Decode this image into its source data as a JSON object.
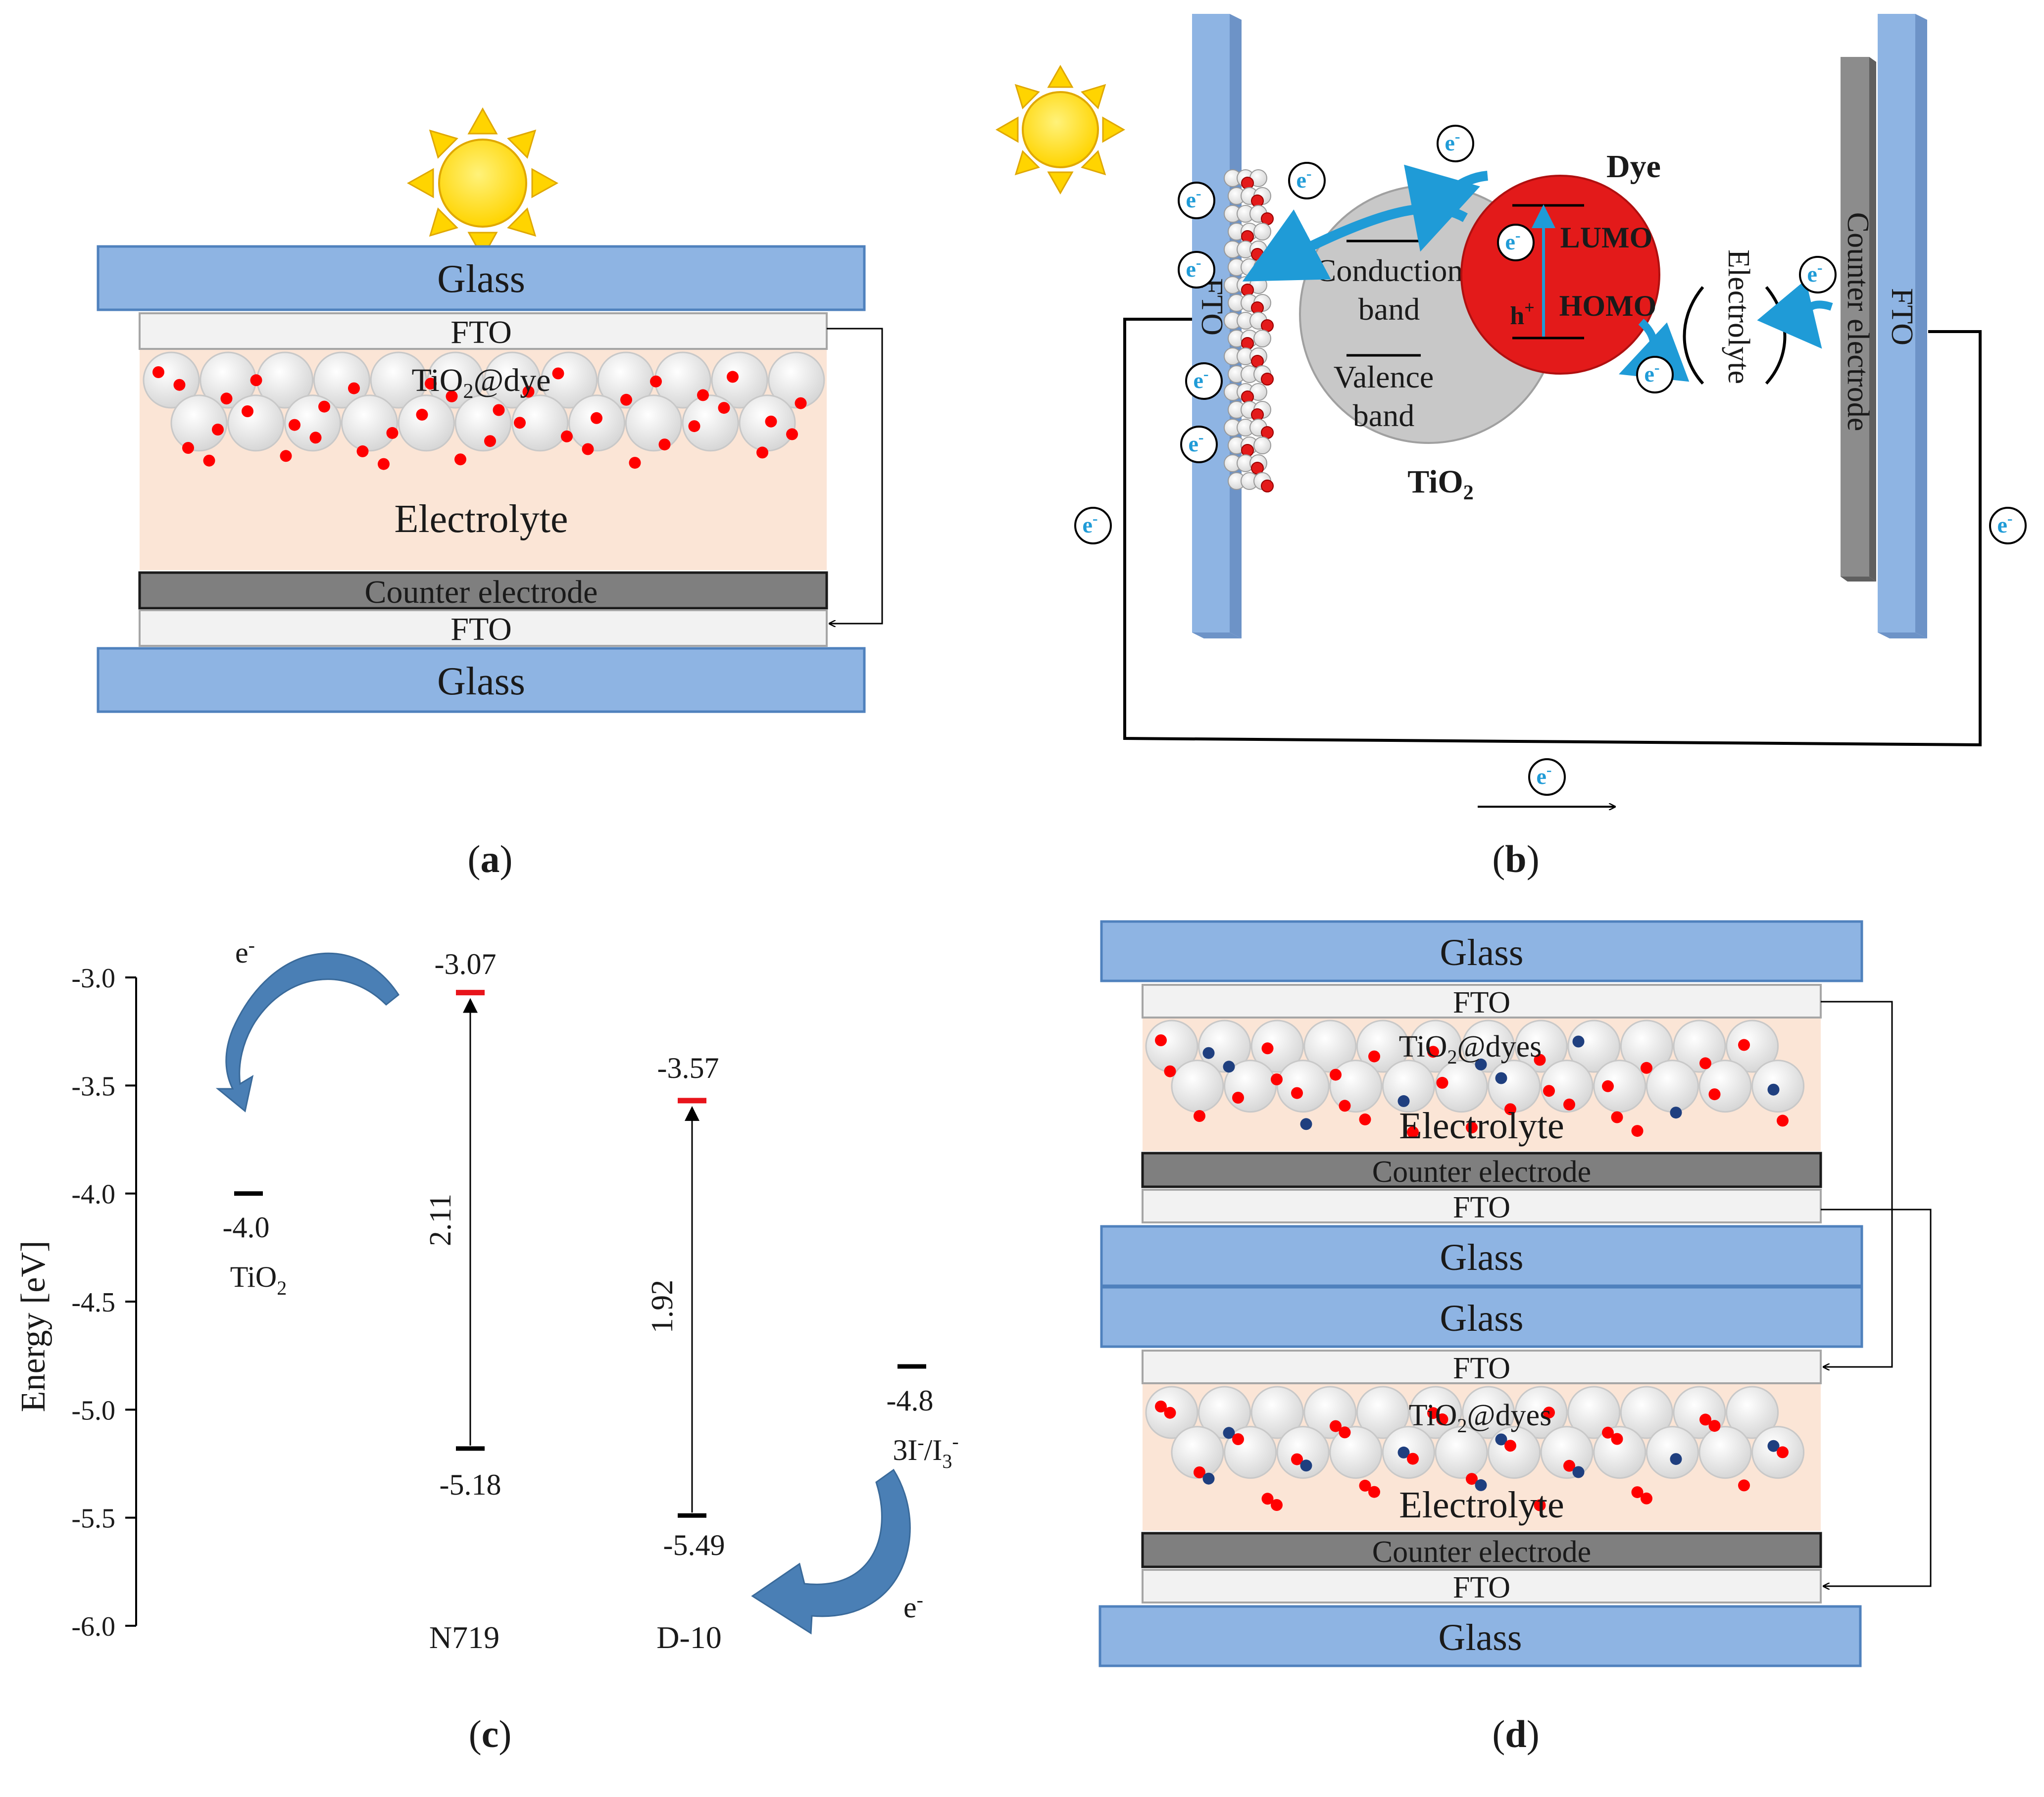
{
  "panel_a": {
    "caption_open": "(",
    "caption_letter": "a",
    "caption_close": ")",
    "glass_top": "Glass",
    "fto_top": "FTO",
    "tio2_label_prefix": "TiO",
    "tio2_label_sub": "2",
    "tio2_label_suffix": "@dye",
    "electrolyte": "Electrolyte",
    "counter_electrode": "Counter electrode",
    "fto_bottom": "FTO",
    "glass_bottom": "Glass",
    "colors": {
      "glass": "#8eb4e3",
      "fto": "#f2f2f2",
      "electrolyte": "#fbe5d6",
      "counter": "#7f7f7f",
      "dye": "#ff0000"
    }
  },
  "panel_b": {
    "caption_open": "(",
    "caption_letter": "b",
    "caption_close": ")",
    "fto_left": "FTO",
    "fto_right": "FTO",
    "conduction_band_1": "Conduction",
    "conduction_band_2": "band",
    "valence_band_1": "Valence",
    "valence_band_2": "band",
    "tio2_prefix": "TiO",
    "tio2_sub": "2",
    "dye": "Dye",
    "lumo": "LUMO",
    "homo": "HOMO",
    "hole_base": "h",
    "hole_sup": "+",
    "electrolyte": "Electrolyte",
    "counter_electrode": "Counter electrode",
    "electron_base": "e",
    "electron_sup": "-",
    "colors": {
      "dye_sphere": "#e31a1a",
      "tio2_sphere": "#c8c8c8",
      "electron": "#1f9bd7",
      "arrow": "#1f9bd7"
    }
  },
  "panel_c": {
    "caption_open": "(",
    "caption_letter": "c",
    "caption_close": ")",
    "ylabel": "Energy [eV]",
    "yticks": [
      "-3.0",
      "-3.5",
      "-4.0",
      "-4.5",
      "-5.0",
      "-5.5",
      "-6.0"
    ],
    "ylim": [
      -6.0,
      -3.0
    ],
    "tio2_value": "-4.0",
    "tio2_name_prefix": "TiO",
    "tio2_name_sub": "2",
    "n719_lumo": "-3.07",
    "n719_homo": "-5.18",
    "n719_gap": "2.11",
    "n719_name": "N719",
    "d10_lumo": "-3.57",
    "d10_homo": "-5.49",
    "d10_gap": "1.92",
    "d10_name": "D-10",
    "redox_value": "-4.8",
    "redox_name_a": "3I",
    "redox_name_a_sup": "-",
    "redox_name_b": "/I",
    "redox_name_b_sub": "3",
    "redox_name_b_sup": "-",
    "electron_base": "e",
    "electron_sup": "-",
    "colors": {
      "curved_arrow": "#4a7fb5",
      "lumo": "#e8141b",
      "level": "#000000"
    }
  },
  "chart_data": {
    "type": "scatter",
    "title": "",
    "xlabel": "",
    "ylabel": "Energy [eV]",
    "ylim": [
      -6.0,
      -3.0
    ],
    "yticks": [
      -3.0,
      -3.5,
      -4.0,
      -4.5,
      -5.0,
      -5.5,
      -6.0
    ],
    "series": [
      {
        "name": "TiO2",
        "values": [
          -4.0
        ]
      },
      {
        "name": "N719",
        "values": [
          -3.07,
          -5.18
        ]
      },
      {
        "name": "D-10",
        "values": [
          -3.57,
          -5.49
        ]
      },
      {
        "name": "3I-/I3-",
        "values": [
          -4.8
        ]
      }
    ],
    "annotations": [
      "2.11",
      "1.92",
      "e-",
      "e-"
    ]
  },
  "panel_d": {
    "caption_open": "(",
    "caption_letter": "d",
    "caption_close": ")",
    "glass_1": "Glass",
    "fto_1": "FTO",
    "tio2_top_prefix": "TiO",
    "tio2_top_sub": "2",
    "tio2_top_suffix": "@dyes",
    "electrolyte_top": "Electrolyte",
    "counter_top": "Counter electrode",
    "fto_2": "FTO",
    "glass_2": "Glass",
    "glass_3": "Glass",
    "fto_3": "FTO",
    "tio2_bottom_prefix": "TiO",
    "tio2_bottom_sub": "2",
    "tio2_bottom_suffix": "@dyes",
    "electrolyte_bottom": "Electrolyte",
    "counter_bottom": "Counter electrode",
    "fto_4": "FTO",
    "glass_4": "Glass",
    "colors": {
      "dye_red": "#ff0000",
      "dye_blue": "#1f3f7f"
    }
  }
}
